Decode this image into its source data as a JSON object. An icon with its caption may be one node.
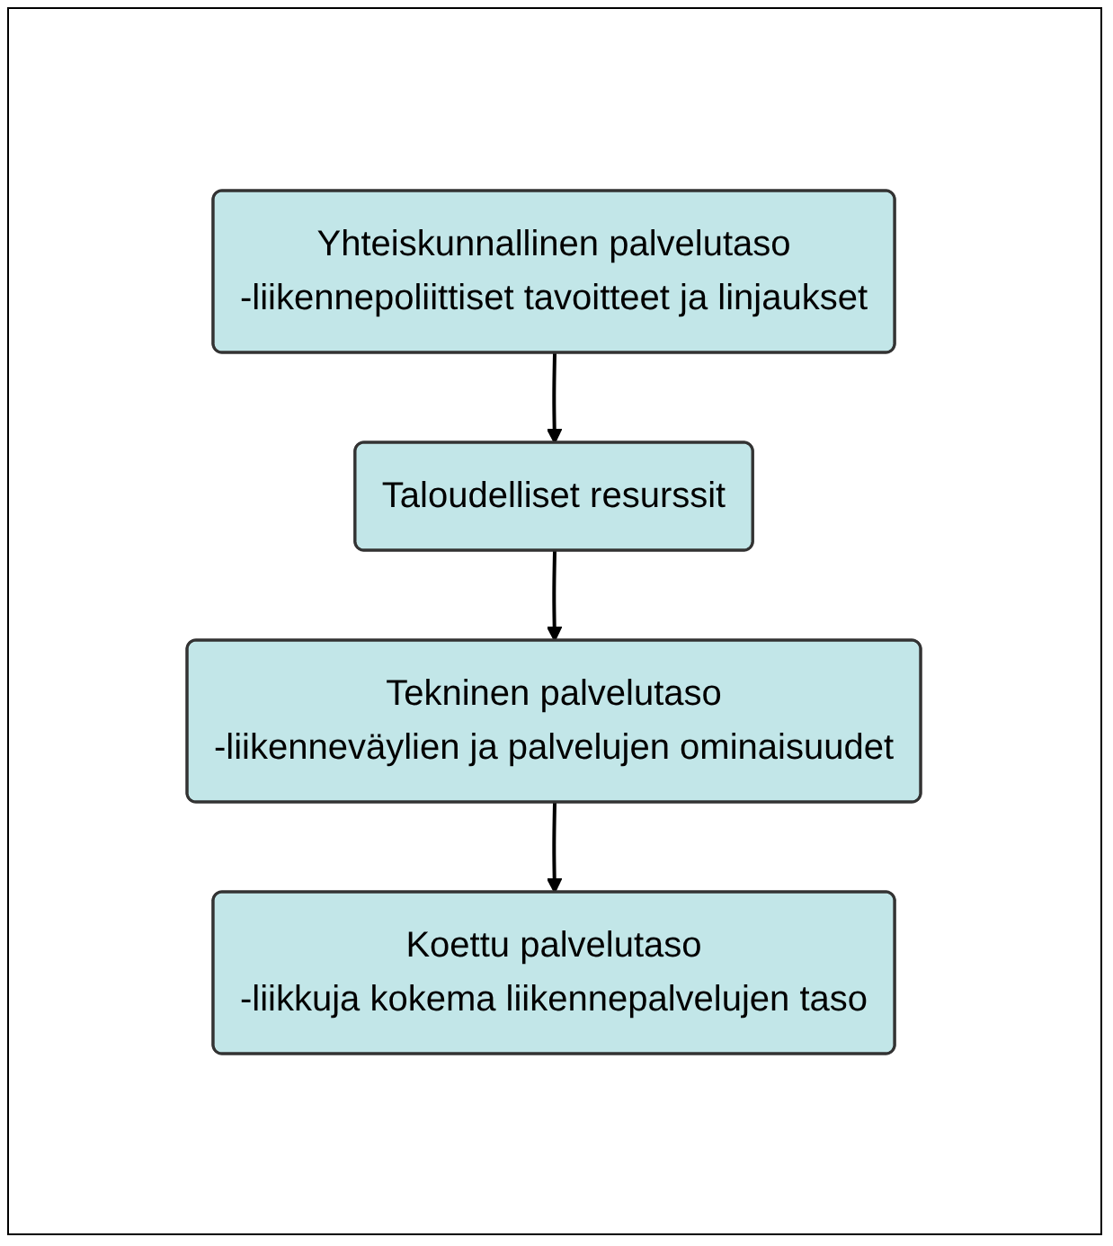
{
  "diagram": {
    "nodes": [
      {
        "text": [
          "Yhteiskunnallinen palvelutaso",
          "-liikennepoliittiset tavoitteet ja linjaukset"
        ]
      },
      {
        "text": [
          "Taloudelliset resurssit"
        ]
      },
      {
        "text": [
          "Tekninen palvelutaso",
          "-liikenneväylien ja palvelujen ominaisuudet"
        ]
      },
      {
        "text": [
          "Koettu palvelutaso",
          "-liikkuja kokema liikennepalvelujen taso"
        ]
      }
    ],
    "edges": [
      {
        "from": 0,
        "to": 1,
        "arrow": "to"
      },
      {
        "from": 1,
        "to": 2,
        "arrow": "to"
      },
      {
        "from": 2,
        "to": 3,
        "arrow": "to"
      }
    ]
  }
}
